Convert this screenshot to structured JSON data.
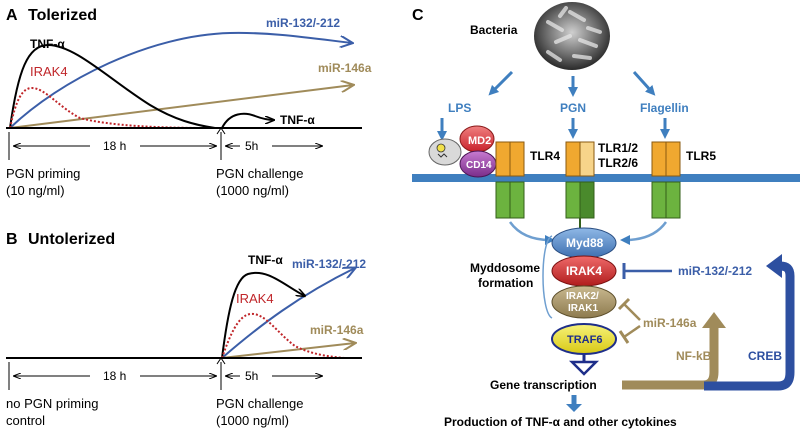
{
  "panelA": {
    "letter": "A",
    "title": "Tolerized",
    "curves": {
      "tnf": "TNF-α",
      "irak4": "IRAK4",
      "mir132": "miR-132/-212",
      "mir146": "miR-146a",
      "tnf_challenge": "TNF-α"
    },
    "interval_priming": "18 h",
    "interval_challenge": "5h",
    "priming_label_1": "PGN priming",
    "priming_label_2": "(10 ng/ml)",
    "challenge_label_1": "PGN challenge",
    "challenge_label_2": "(1000 ng/ml)"
  },
  "panelB": {
    "letter": "B",
    "title": "Untolerized",
    "curves": {
      "tnf": "TNF-α",
      "irak4": "IRAK4",
      "mir132": "miR-132/-212",
      "mir146": "miR-146a"
    },
    "interval_priming": "18 h",
    "interval_challenge": "5h",
    "priming_label_1": "no PGN priming",
    "priming_label_2": "control",
    "challenge_label_1": "PGN challenge",
    "challenge_label_2": "(1000 ng/ml)"
  },
  "panelC": {
    "letter": "C",
    "bacteria": "Bacteria",
    "ligands": {
      "lps": "LPS",
      "pgn": "PGN",
      "flagellin": "Flagellin"
    },
    "receptors": {
      "md2": "MD2",
      "cd14": "CD14",
      "tlr4": "TLR4",
      "tlr12_line1": "TLR1/2",
      "tlr12_line2": "TLR2/6",
      "tlr5": "TLR5"
    },
    "adaptors": {
      "myd88": "Myd88",
      "irak4": "IRAK4",
      "irak21_line1": "IRAK2/",
      "irak21_line2": "IRAK1",
      "traf6": "TRAF6"
    },
    "myddosome_line1": "Myddosome",
    "myddosome_line2": "formation",
    "mir132": "miR-132/-212",
    "mir146": "miR-146a",
    "nfkb": "NF-kB",
    "creb": "CREB",
    "gene_transcription": "Gene transcription",
    "production": "Production of TNF-α and other cytokines"
  },
  "colors": {
    "tnf": "#000000",
    "irak4": "#c0262a",
    "mir132": "#3b5ea8",
    "mir146": "#a08b5a",
    "ligand_blue": "#3f7fbf",
    "membrane": "#3f7fbf",
    "tlr_orange": "#f0a830",
    "tlr_green": "#6cb33f",
    "creb_blue": "#2d4fa0"
  }
}
